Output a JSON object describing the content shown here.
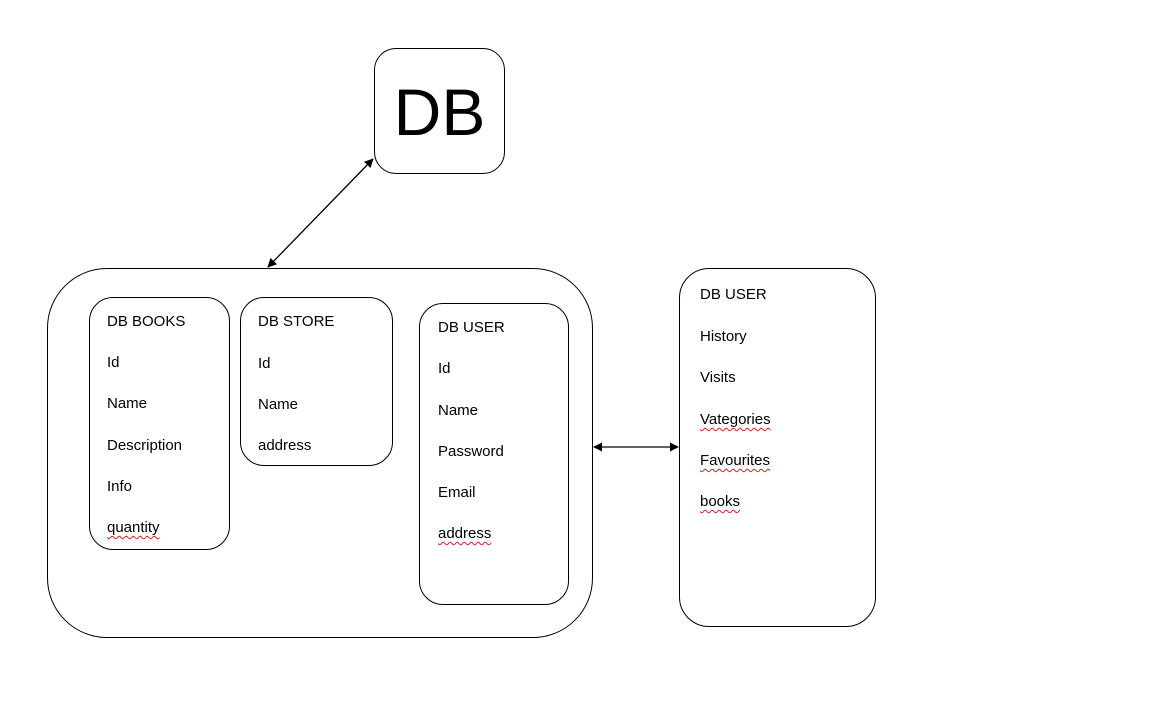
{
  "db": {
    "label": "DB"
  },
  "tables": {
    "books": {
      "title": "DB BOOKS",
      "fields": [
        "Id",
        "Name",
        "Description",
        "Info",
        "quantity"
      ]
    },
    "store": {
      "title": "DB STORE",
      "fields": [
        "Id",
        "Name",
        "address"
      ]
    },
    "user": {
      "title": "DB USER",
      "fields": [
        "Id",
        "Name",
        "Password",
        "Email",
        "address"
      ]
    },
    "user_external": {
      "title": "DB USER",
      "fields": [
        "History",
        "Visits",
        "Vategories",
        "Favourites",
        "books"
      ]
    }
  },
  "colors": {
    "stroke": "#000000",
    "spellcheck": "#d02020",
    "background": "#ffffff"
  }
}
